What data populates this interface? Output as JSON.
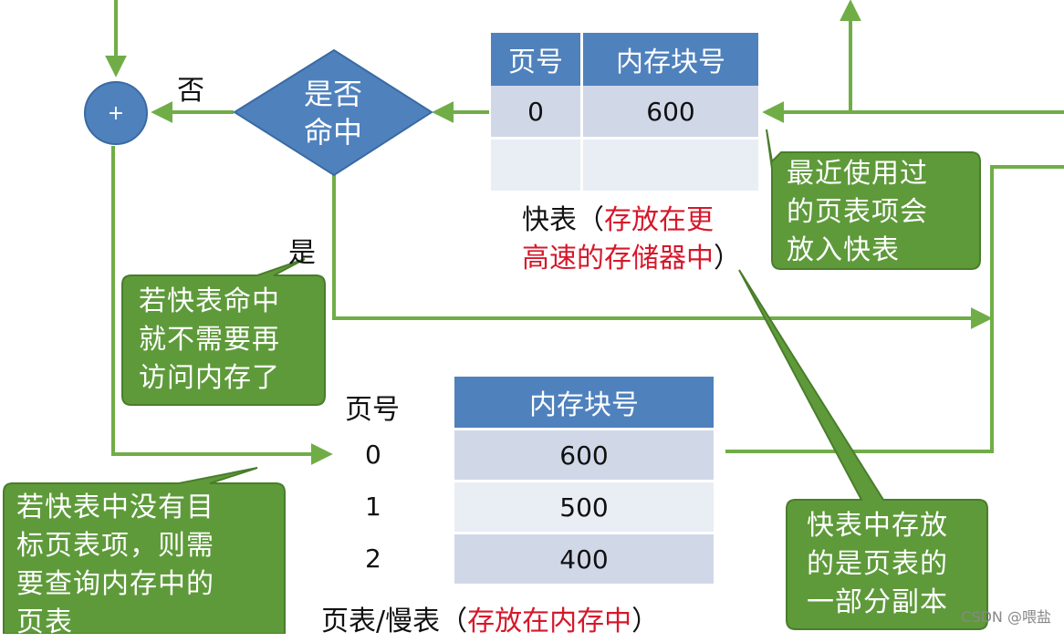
{
  "diagram": {
    "decision": {
      "line1": "是否",
      "line2": "命中"
    },
    "plus_symbol": "+",
    "label_no": "否",
    "label_yes": "是"
  },
  "tlb": {
    "headers": [
      "页号",
      "内存块号"
    ],
    "rows": [
      [
        "0",
        "600"
      ],
      [
        "",
        ""
      ]
    ],
    "caption_prefix": "快表（",
    "caption_red_line1": "存放在更",
    "caption_red_line2": "高速的存储器中",
    "caption_suffix": "）"
  },
  "page_table": {
    "page_header": "页号",
    "block_header": "内存块号",
    "rows": [
      {
        "page": "0",
        "block": "600"
      },
      {
        "page": "1",
        "block": "500"
      },
      {
        "page": "2",
        "block": "400"
      }
    ],
    "caption_prefix": "页表/慢表（",
    "caption_red": "存放在内存中",
    "caption_suffix": "）"
  },
  "callouts": {
    "recent": "最近使用过\n的页表项会\n放入快表",
    "hit": "若快表命中\n就不需要再\n访问内存了",
    "miss": "若快表中没有目\n标页表项，则需\n要查询内存中的\n页表",
    "copy": "快表中存放\n的是页表的\n一部分副本"
  },
  "watermark": "CSDN @喂盐",
  "colors": {
    "table_header": "#4f81bd",
    "callout": "#5e9a3a",
    "arrow": "#70ad47",
    "caption_red": "#d6182b"
  }
}
